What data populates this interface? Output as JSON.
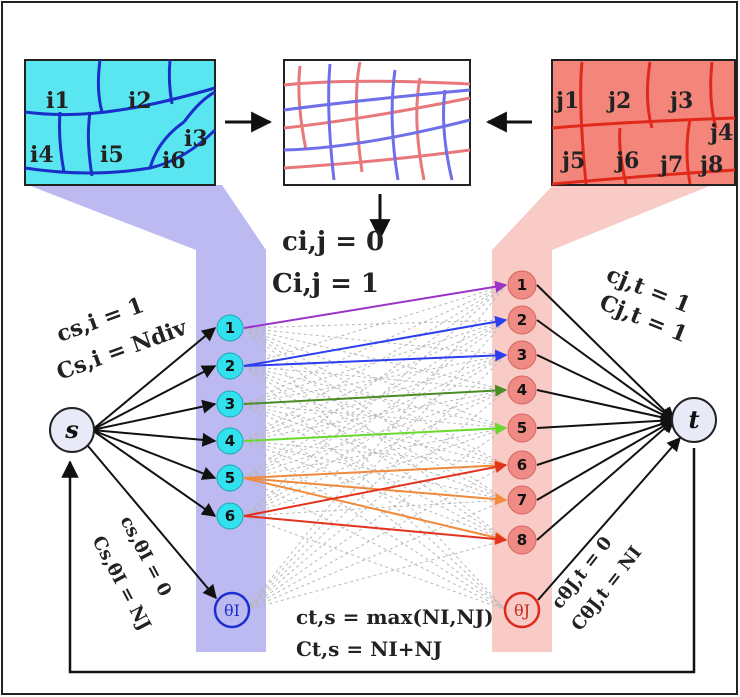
{
  "colors": {
    "cyan_panel": "#5ce6f0",
    "cyan_node": "#31e2ee",
    "blue_line": "#1b2fd0",
    "blue_band": "#b9b7f0",
    "red_panel": "#f4857a",
    "red_node": "#f08a84",
    "red_line": "#e12d1f",
    "red_band": "#f8c8c5",
    "arrow_black": "#111111",
    "dashed_gray": "#b9b9b9"
  },
  "panels": {
    "left": {
      "labels": [
        "i1",
        "i2",
        "i3",
        "i4",
        "i5",
        "i6"
      ]
    },
    "right": {
      "labels": [
        "j1",
        "j2",
        "j3",
        "j4",
        "j5",
        "j6",
        "j7",
        "j8"
      ]
    }
  },
  "nodes": {
    "source": "s",
    "sink": "t",
    "left_numbers": [
      "1",
      "2",
      "3",
      "4",
      "5",
      "6"
    ],
    "right_numbers": [
      "1",
      "2",
      "3",
      "4",
      "5",
      "6",
      "7",
      "8"
    ],
    "theta_left": "θI",
    "theta_right": "θJ"
  },
  "edge_colors": [
    "#9a34c8",
    "#2c3ff0",
    "#2c3ff0",
    "#4a8d24",
    "#6ad92e",
    "#f08a3c",
    "#f08a3c",
    "#f08a3c",
    "#e3331f",
    "#e3331f"
  ],
  "labels": {
    "c_ij": "ci,j = 0",
    "C_ij": "Ci,j = 1",
    "c_si": "cs,i = 1",
    "C_si": "Cs,i = Ndiv",
    "c_jt": "cj,t = 1",
    "C_jt": "Cj,t = 1",
    "c_s_theta": "cs,θI = 0",
    "C_s_theta": "Cs,θI = NJ",
    "c_theta_t": "cθJ,t = 0",
    "C_theta_t": "CθJ,t = NI",
    "c_ts": "ct,s = max(NI,NJ)",
    "C_ts": "Ct,s = NI+NJ"
  }
}
